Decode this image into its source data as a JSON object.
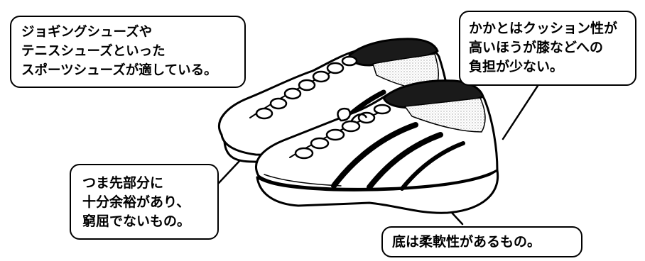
{
  "callouts": {
    "sports_shoes": [
      "ジョギングシューズや",
      "テニスシューズといった",
      "スポーツシューズが適している。"
    ],
    "heel_cushion": [
      "かかとはクッション性が",
      "高いほうが膝などへの",
      "負担が少ない。"
    ],
    "toe_room": [
      "つま先部分に",
      "十分余裕があり、",
      "窮屈でないもの。"
    ],
    "flexible_sole": [
      "底は柔軟性があるもの。"
    ]
  },
  "colors": {
    "ink": "#000000",
    "paper": "#ffffff",
    "shade": "#b0b0b0"
  }
}
